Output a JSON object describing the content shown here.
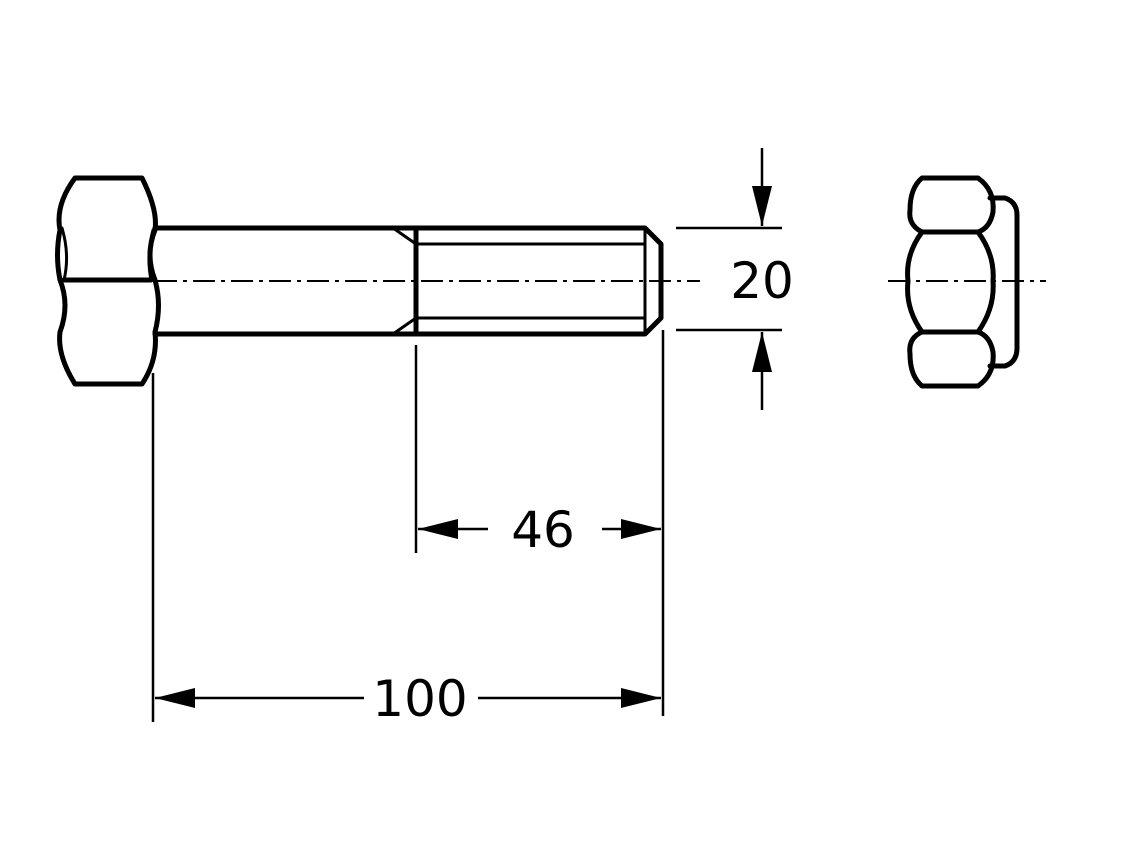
{
  "diagram": {
    "dimensions": {
      "thread_length": "46",
      "total_length": "100",
      "diameter": "20"
    },
    "colors": {
      "line": "#000000",
      "background": "#ffffff"
    }
  }
}
